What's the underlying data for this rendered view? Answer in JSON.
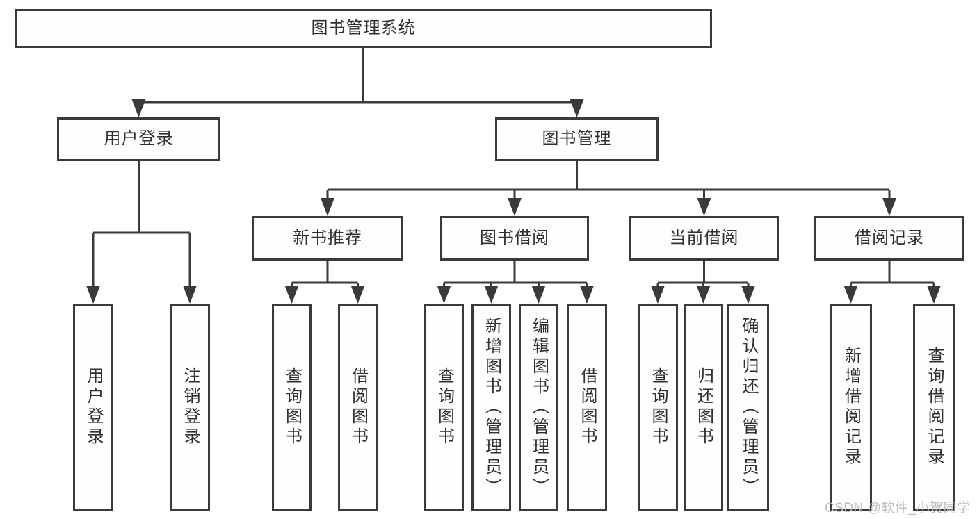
{
  "root": {
    "label": "图书管理系统"
  },
  "level2": {
    "user_login": "用户登录",
    "book_management": "图书管理"
  },
  "level3": {
    "new_book_recommend": "新书推荐",
    "book_borrow": "图书借阅",
    "current_borrow": "当前借阅",
    "borrow_records": "借阅记录"
  },
  "level4": {
    "under_user_login": [
      "用户登录",
      "注销登录"
    ],
    "under_new_book_recommend": [
      "查询图书",
      "借阅图书"
    ],
    "under_book_borrow": [
      "查询图书",
      "新增图书（管理员）",
      "编辑图书（管理员）",
      "借阅图书"
    ],
    "under_current_borrow": [
      "查询图书",
      "归还图书",
      "确认归还（管理员）"
    ],
    "under_borrow_records": [
      "新增借阅记录",
      "查询借阅记录"
    ]
  },
  "watermark": "CSDN @软件_小贺同学",
  "colors": {
    "line": "#3a3a3a",
    "text": "#2f2f2f",
    "box_background": "#fefefe",
    "page_background": "#ffffff",
    "watermark": "#bababa"
  }
}
